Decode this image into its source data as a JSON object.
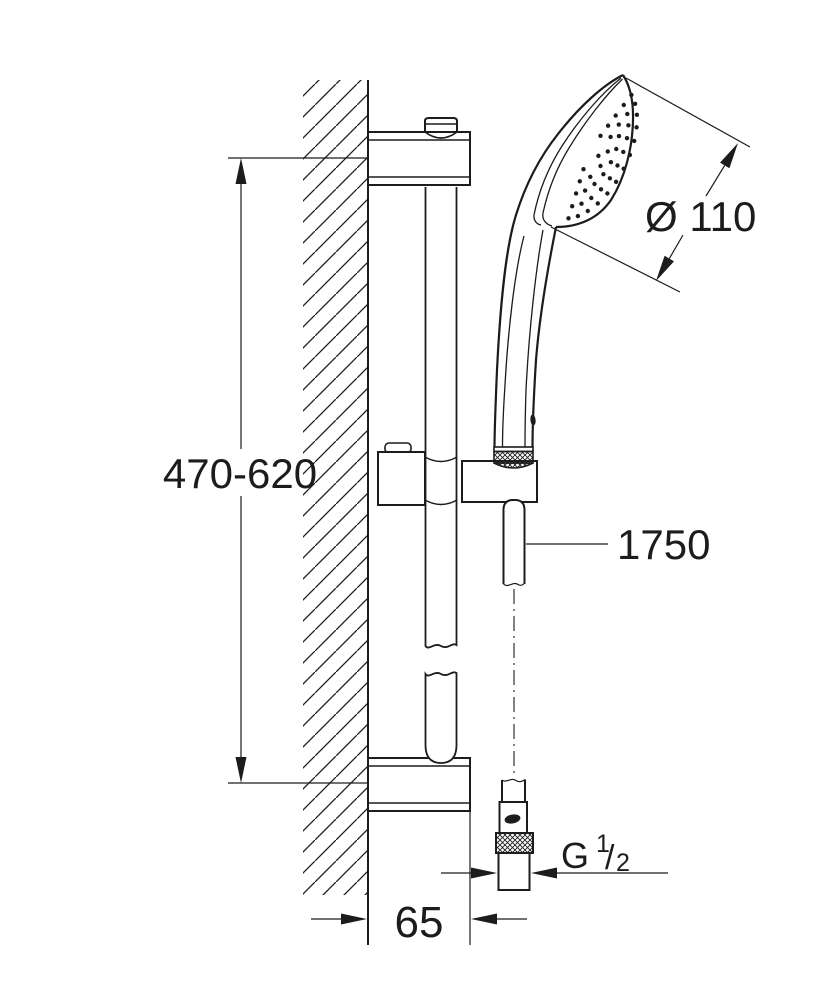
{
  "drawing": {
    "type": "technical-installation-drawing",
    "subject": "shower rail set with hand shower, wall brackets and hose",
    "dimensions": {
      "rail_height": "470-620",
      "head_diameter": "Ø 110",
      "hose_length": "1750",
      "wall_distance": "65",
      "thread": {
        "prefix": "G",
        "numerator": "1",
        "slash": "/",
        "denominator": "2"
      }
    },
    "colors": {
      "line": "#1c1c1c",
      "background": "#ffffff"
    }
  }
}
